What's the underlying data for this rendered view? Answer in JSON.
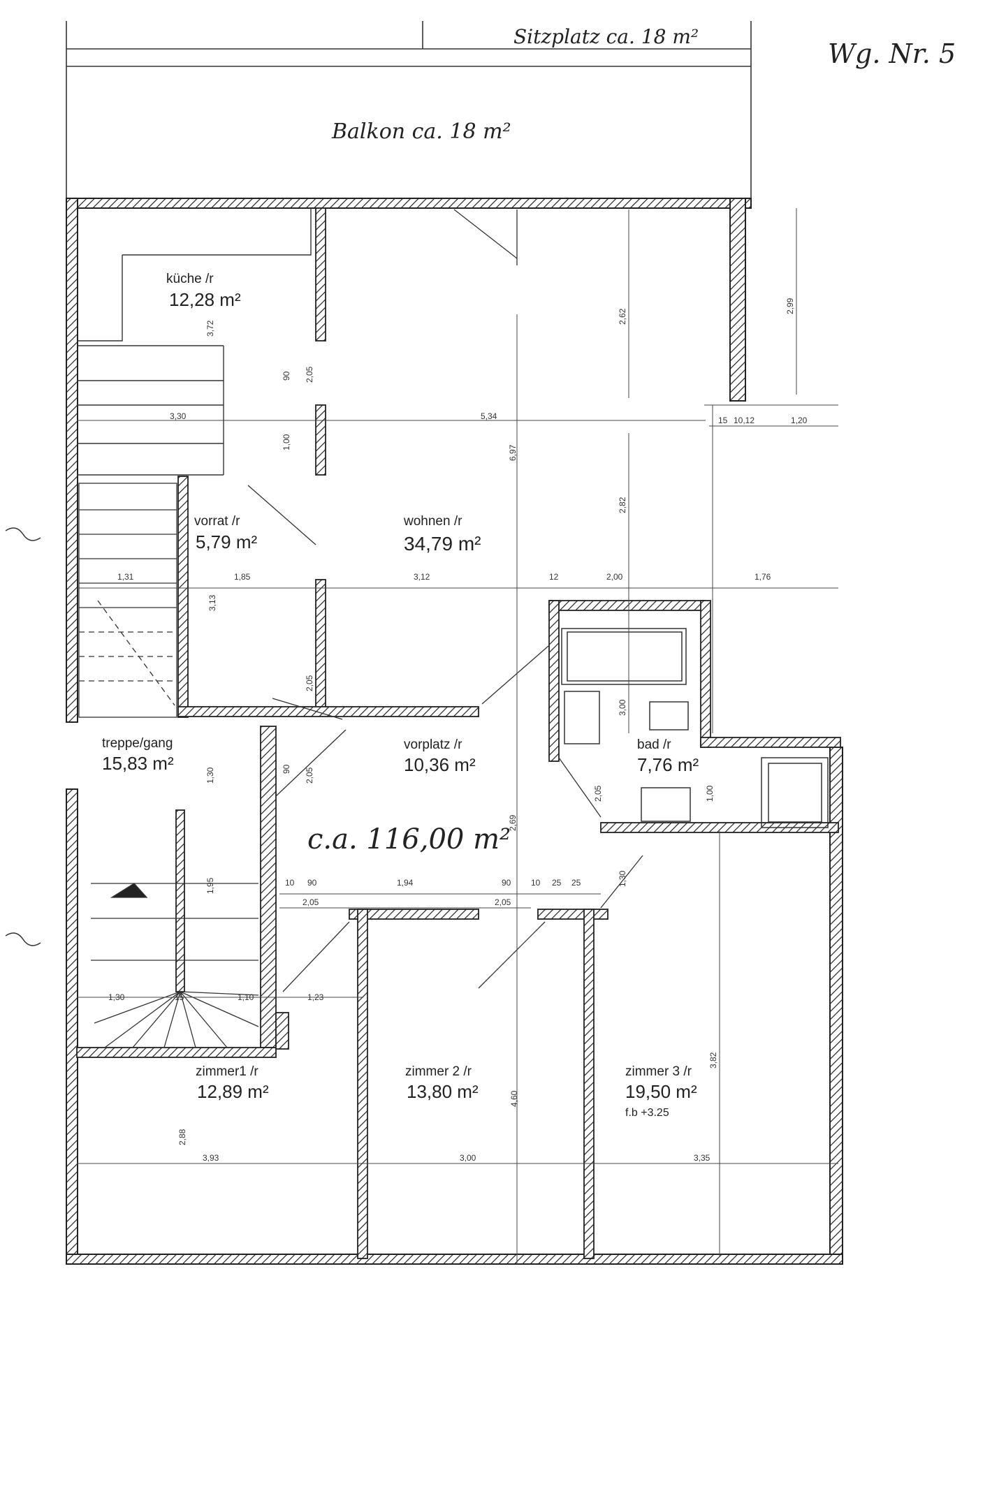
{
  "apartment": {
    "number_label": "Wg. Nr. 5",
    "total_area": "c.a. 116,00 m²"
  },
  "outdoor": {
    "sitzplatz": "Sitzplatz ca. 18 m²",
    "balkon": "Balkon ca. 18 m²"
  },
  "rooms": [
    {
      "id": "kueche",
      "name": "küche /r",
      "area": "12,28 m²"
    },
    {
      "id": "vorrat",
      "name": "vorrat /r",
      "area": "5,79 m²"
    },
    {
      "id": "wohnen",
      "name": "wohnen /r",
      "area": "34,79 m²"
    },
    {
      "id": "treppe",
      "name": "treppe/gang",
      "area": "15,83 m²"
    },
    {
      "id": "vorplatz",
      "name": "vorplatz /r",
      "area": "10,36 m²"
    },
    {
      "id": "bad",
      "name": "bad /r",
      "area": "7,76 m²"
    },
    {
      "id": "zimmer1",
      "name": "zimmer1 /r",
      "area": "12,89 m²"
    },
    {
      "id": "zimmer2",
      "name": "zimmer 2 /r",
      "area": "13,80 m²"
    },
    {
      "id": "zimmer3",
      "name": "zimmer 3 /r",
      "area": "19,50 m²",
      "note": "f.b +3.25"
    }
  ],
  "dimensions": {
    "d_3_30": "3,30",
    "d_5_34": "5,34",
    "d_15": "15",
    "d_10_12": "10,12",
    "d_1_20": "1,20",
    "d_1_31": "1,31",
    "d_1_85": "1,85",
    "d_3_12": "3,12",
    "d_12a": "12",
    "d_2_00": "2,00",
    "d_1_76": "1,76",
    "d_1_94": "1,94",
    "d_90a": "90",
    "d_90b": "90",
    "d_10a": "10",
    "d_10b": "10",
    "d_25a": "25",
    "d_25b": "25",
    "d_2_05a": "2,05",
    "d_2_05b": "2,05",
    "d_1_30": "1,30",
    "d_15b": "15",
    "d_1_10": "1,10",
    "d_1_23": "1,23",
    "d_3_93": "3,93",
    "d_3_00": "3,00",
    "d_3_35": "3,35",
    "v_2_99": "2,99",
    "v_2_62": "2,62",
    "v_2_82": "2,82",
    "v_6_97": "6,97",
    "v_3_72": "3,72",
    "v_2_05a": "2,05",
    "v_90a": "90",
    "v_1_00a": "1,00",
    "v_3_13": "3,13",
    "v_1_30": "1,30",
    "v_1_95": "1,95",
    "v_2_69": "2,69",
    "v_3_00": "3,00",
    "v_2_05b": "2,05",
    "v_4_60": "4,60",
    "v_2_88": "2,88",
    "v_3_82": "3,82",
    "v_1_00b": "1,00",
    "v_1_30b": "1,30",
    "v_2_05c": "2,05",
    "v_2_05d": "2,05",
    "v_90b": "90"
  }
}
